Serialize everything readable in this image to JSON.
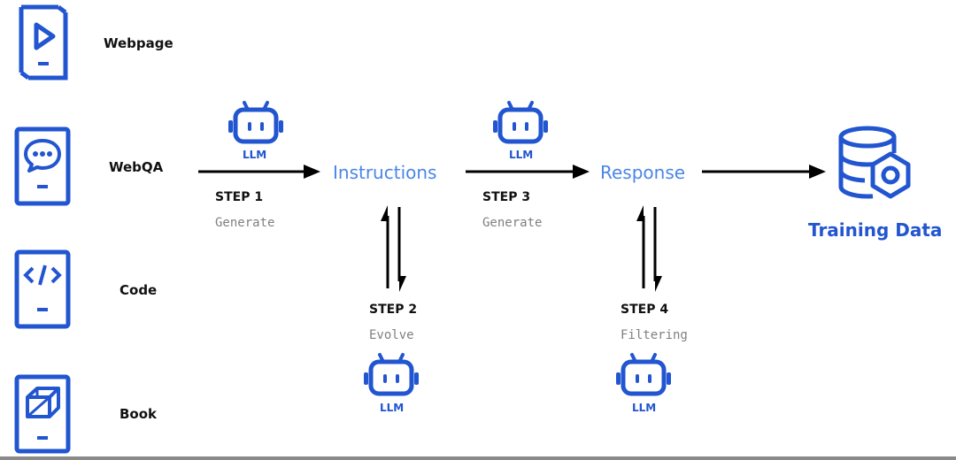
{
  "sources": [
    {
      "label": "Webpage",
      "icon": "play-tablet-icon"
    },
    {
      "label": "WebQA",
      "icon": "chat-tablet-icon"
    },
    {
      "label": "Code",
      "icon": "code-tablet-icon"
    },
    {
      "label": "Book",
      "icon": "cube-tablet-icon"
    }
  ],
  "nodes": {
    "instructions": "Instructions",
    "response": "Response",
    "training_data": "Training Data"
  },
  "steps": [
    {
      "title": "STEP 1",
      "action": "Generate"
    },
    {
      "title": "STEP 2",
      "action": "Evolve"
    },
    {
      "title": "STEP 3",
      "action": "Generate"
    },
    {
      "title": "STEP 4",
      "action": "Filtering"
    }
  ],
  "llm_label": "LLM",
  "colors": {
    "icon_blue": "#2255d0",
    "node_blue": "#4a86e8",
    "step_sub_gray": "#7f7f7f",
    "arrow": "#000000"
  }
}
